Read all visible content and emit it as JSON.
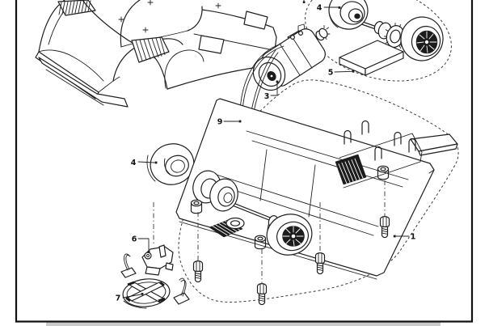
{
  "page": {
    "background_color": "#ffffff",
    "frame_color": "#111111",
    "page_edge_color": "#cbcbcb"
  },
  "diagram": {
    "kind": "exploded-parts-line-drawing",
    "labels": [
      {
        "text": "4",
        "name": "rear-axle-wheel-assembly"
      },
      {
        "text": "5",
        "name": "sponge-block"
      },
      {
        "text": "3",
        "name": "motor"
      },
      {
        "text": "9",
        "name": "motor-wires"
      },
      {
        "text": "4",
        "name": "front-tire"
      },
      {
        "text": "1",
        "name": "chassis"
      },
      {
        "text": "6",
        "name": "guide-holder"
      },
      {
        "text": "7",
        "name": "guide-flag"
      }
    ]
  }
}
